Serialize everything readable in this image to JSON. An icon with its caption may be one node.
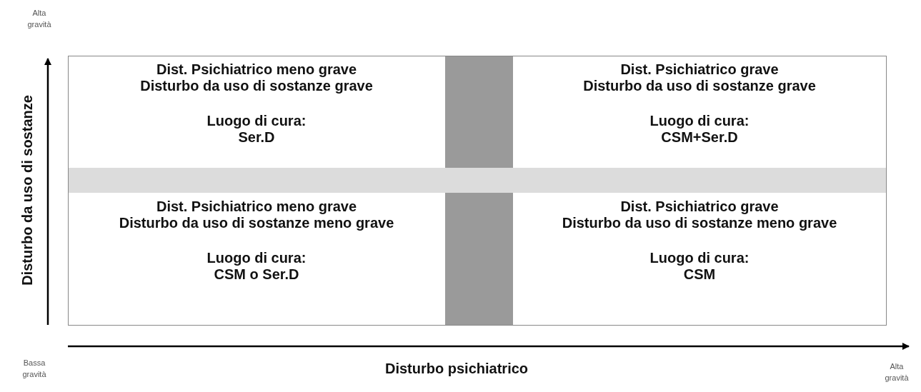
{
  "diagram": {
    "nodes": [
      {
        "text": [
          "Dist. Psichiatrico meno grave",
          "Disturbo da uso di sostanze grave",
          "Luogo di cura:",
          "Ser.D"
        ]
      },
      {
        "text": [
          "Dist. Psichiatrico grave",
          "Disturbo da uso di sostanze grave",
          "Luogo di cura:",
          "CSM+Ser.D"
        ]
      },
      {
        "text": [
          "Dist. Psichiatrico meno grave",
          "Disturbo da uso di sostanze meno grave",
          "Luogo di cura:",
          "CSM o Ser.D"
        ]
      },
      {
        "text": [
          "Dist. Psichiatrico grave",
          "Disturbo da uso di sostanze meno grave",
          "Luogo di cura:",
          "CSM"
        ]
      },
      {
        "text": [],
        "shape": "bar"
      },
      {
        "text": [],
        "shape": "bar"
      }
    ],
    "edges": [],
    "labels": [
      "Alta gravità",
      "Disturbo da uso di sostanze",
      "Bassa gravità",
      "Disturbo psichiatrico",
      "Alta gravità"
    ]
  }
}
